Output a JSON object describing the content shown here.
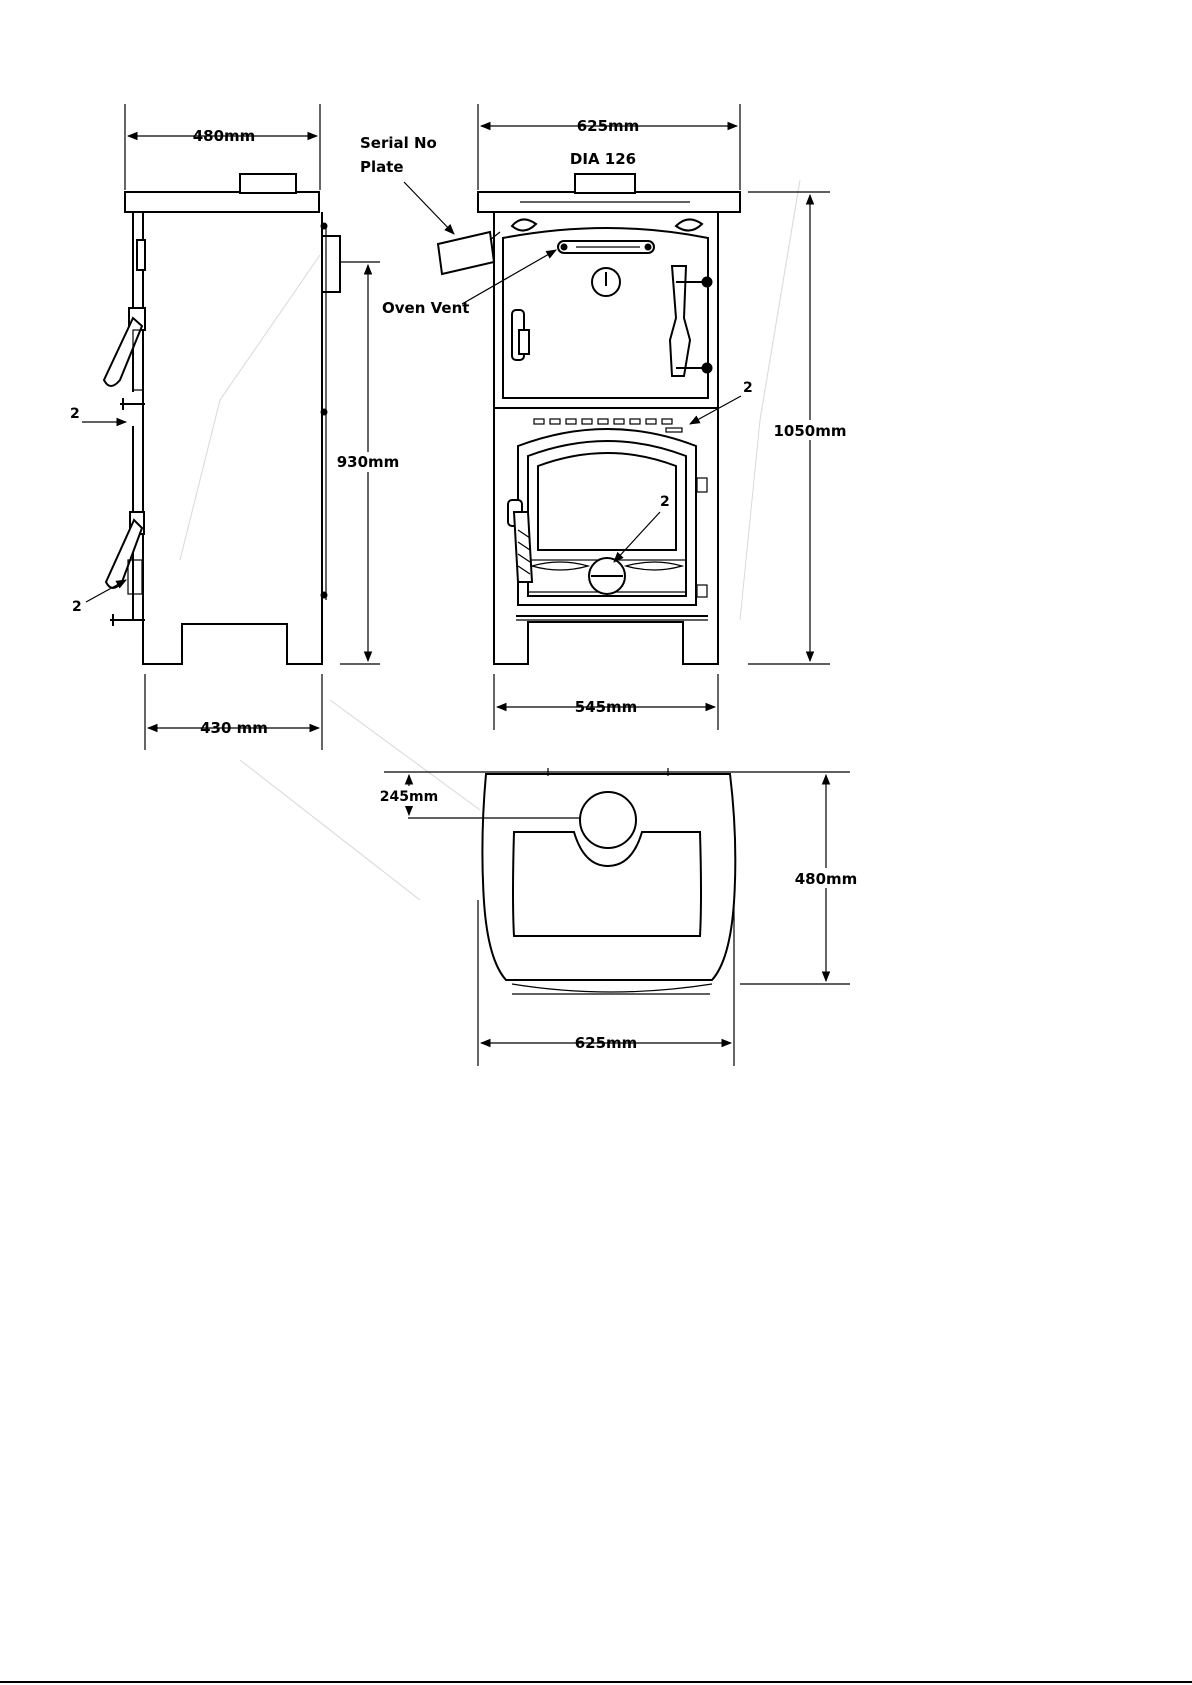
{
  "labels": {
    "side_depth": "480mm",
    "side_base_depth": "430 mm",
    "side_height": "930mm",
    "front_width": "625mm",
    "flue_dia": "DIA 126",
    "front_height": "1050mm",
    "front_base_width": "545mm",
    "plan_flue_offset": "245mm",
    "plan_depth": "480mm",
    "plan_width": "625mm",
    "serial_plate_line1": "Serial No",
    "serial_plate_line2": "Plate",
    "oven_vent": "Oven Vent",
    "ref_side_upper": "2",
    "ref_side_lower": "2",
    "ref_front_top": "2",
    "ref_front_mid": "2"
  },
  "colors": {
    "line": "#000000",
    "paper": "#ffffff"
  }
}
